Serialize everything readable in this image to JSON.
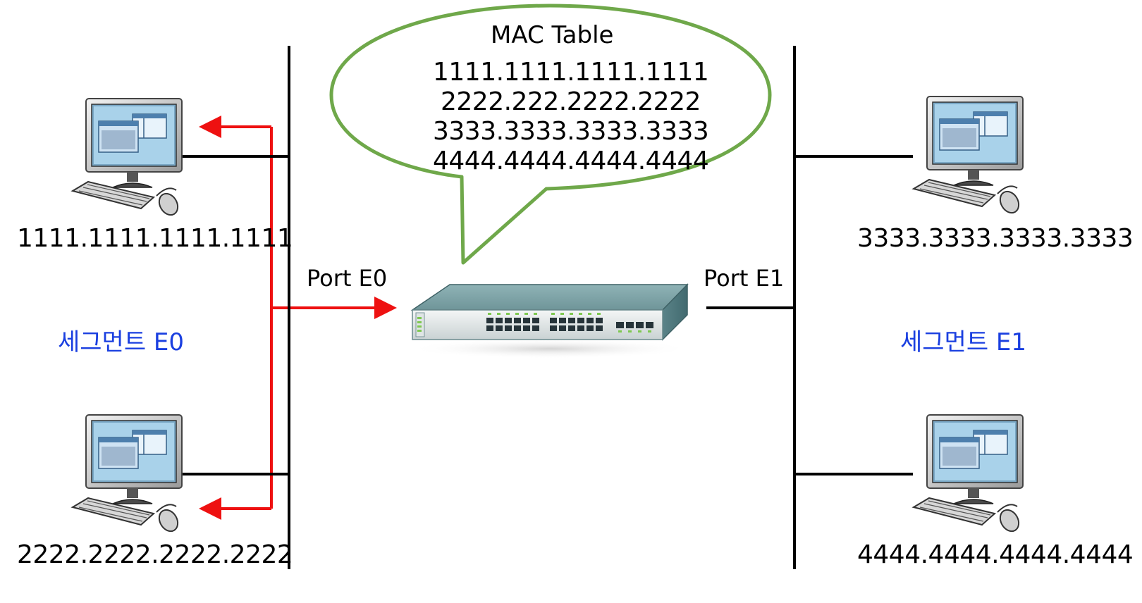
{
  "mac_table": {
    "title": "MAC Table",
    "entries": [
      "1111.1111.1111.1111",
      "2222.222.2222.2222",
      "3333.3333.3333.3333",
      "4444.4444.4444.4444"
    ]
  },
  "hosts": [
    {
      "mac": "1111.1111.1111.1111"
    },
    {
      "mac": "2222.2222.2222.2222"
    },
    {
      "mac": "3333.3333.3333.3333"
    },
    {
      "mac": "4444.4444.4444.4444"
    }
  ],
  "ports": {
    "e0": "Port E0",
    "e1": "Port E1"
  },
  "segments": {
    "e0": "세그먼트 E0",
    "e1": "세그먼트 E1"
  },
  "colors": {
    "bubble_border": "#6fa84a",
    "flood_arrow": "#ee1111",
    "segment_text": "#1a3fe0",
    "screen": "#9ecfe8",
    "switch_body": "#5f8a8f"
  },
  "icons": [
    "computer-icon",
    "switch-icon"
  ]
}
